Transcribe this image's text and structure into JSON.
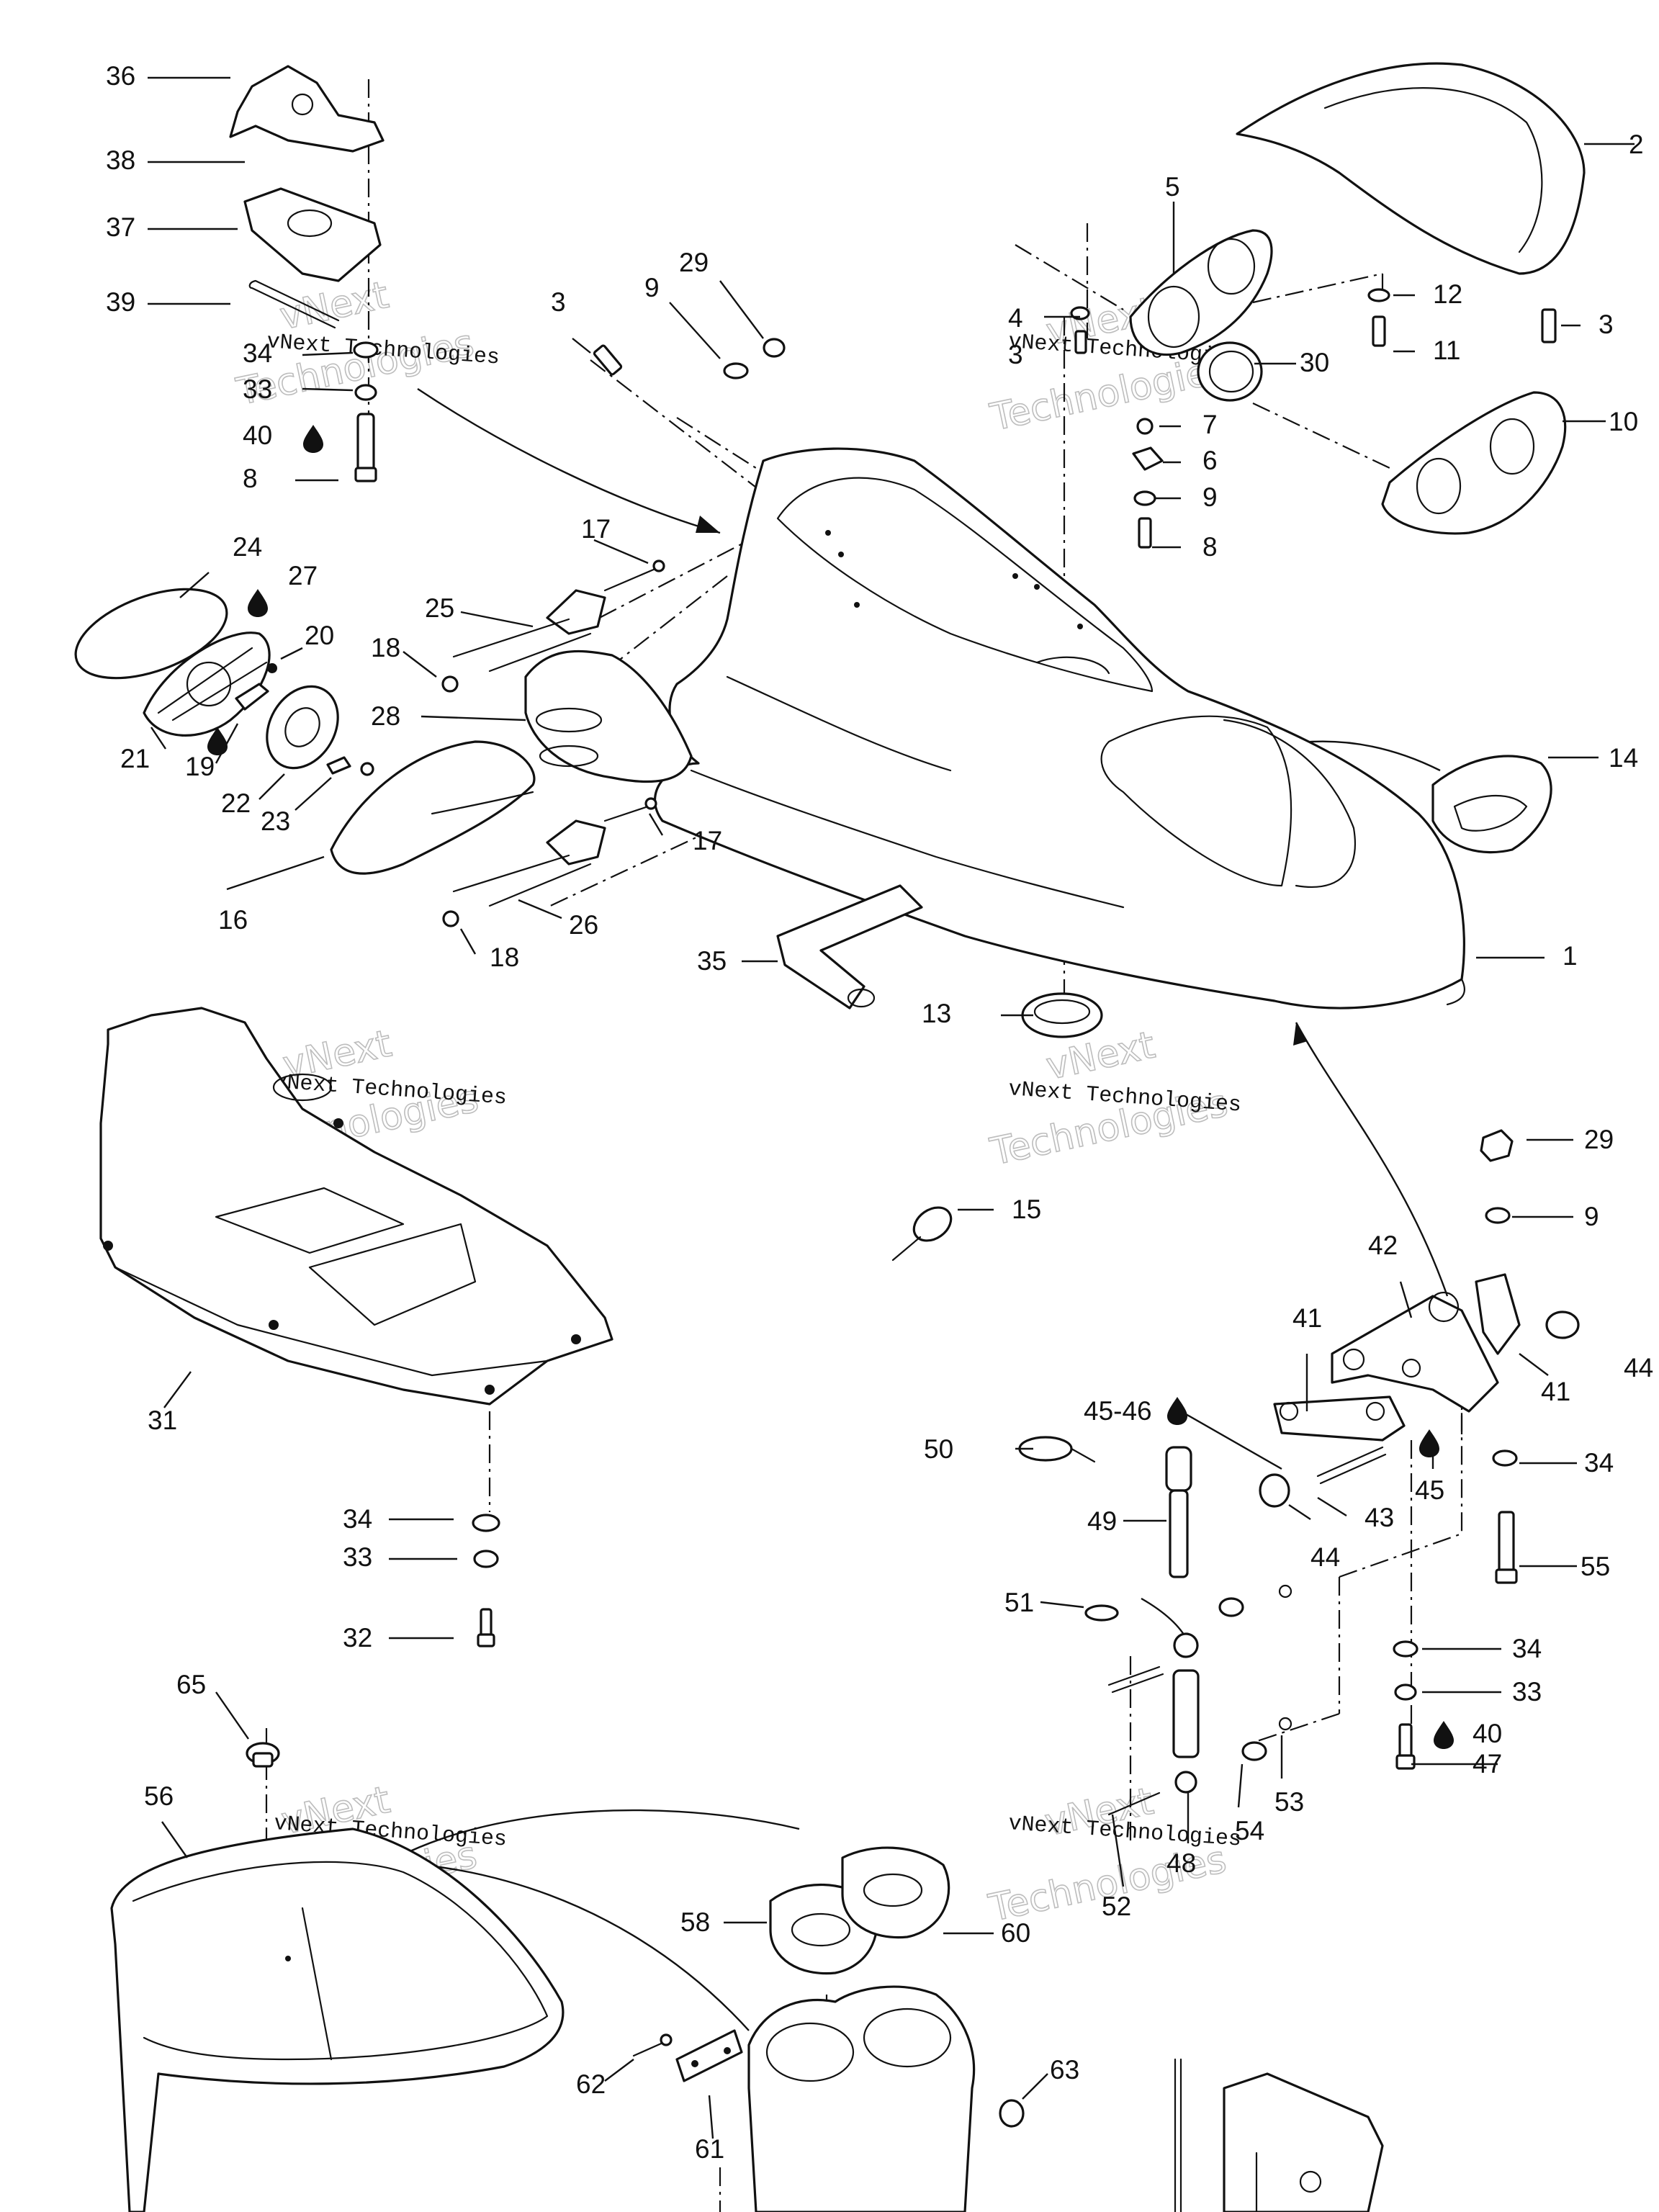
{
  "diagram": {
    "labels": {
      "l1": "1",
      "l2": "2",
      "l3a": "3",
      "l3b": "3",
      "l3c": "3",
      "l4": "4",
      "l5": "5",
      "l6": "6",
      "l7": "7",
      "l8a": "8",
      "l8b": "8",
      "l9a": "9",
      "l9b": "9",
      "l9c": "9",
      "l10": "10",
      "l11": "11",
      "l12": "12",
      "l13": "13",
      "l14": "14",
      "l15": "15",
      "l16": "16",
      "l17a": "17",
      "l17b": "17",
      "l18a": "18",
      "l18b": "18",
      "l19": "19",
      "l20": "20",
      "l21": "21",
      "l22": "22",
      "l23": "23",
      "l24": "24",
      "l25": "25",
      "l26": "26",
      "l27": "27",
      "l28": "28",
      "l29a": "29",
      "l29b": "29",
      "l30": "30",
      "l31": "31",
      "l32": "32",
      "l33a": "33",
      "l33b": "33",
      "l33c": "33",
      "l34a": "34",
      "l34b": "34",
      "l34c": "34",
      "l34d": "34",
      "l35": "35",
      "l36": "36",
      "l37": "37",
      "l38": "38",
      "l39": "39",
      "l40a": "40",
      "l40b": "40",
      "l41a": "41",
      "l41b": "41",
      "l42": "42",
      "l43": "43",
      "l44a": "44",
      "l44b": "44",
      "l4546": "45-46",
      "l45": "45",
      "l47": "47",
      "l48": "48",
      "l49": "49",
      "l50": "50",
      "l51": "51",
      "l52": "52",
      "l53": "53",
      "l54": "54",
      "l55": "55",
      "l56": "56",
      "l58": "58",
      "l60": "60",
      "l61": "61",
      "l62": "62",
      "l63": "63",
      "l65": "65"
    },
    "watermark": {
      "brand_a": "vNext",
      "brand_b": "Technologies",
      "caption": "vNext Technologies"
    },
    "icons": [
      "lubricant-drop-icon"
    ]
  }
}
